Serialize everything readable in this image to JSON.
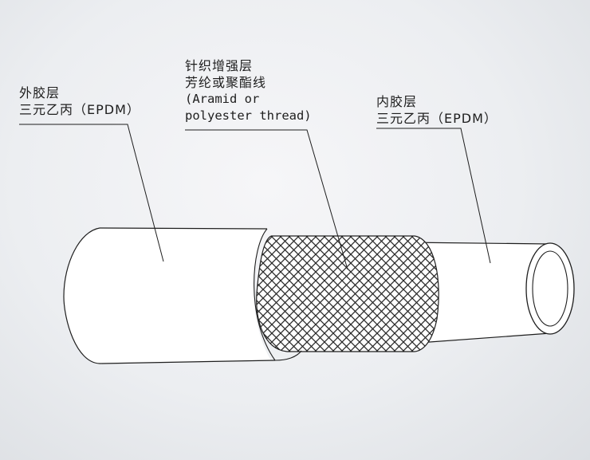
{
  "labels": {
    "outer": {
      "line1": "外胶层",
      "line2": "三元乙丙（EPDM）"
    },
    "reinforcement": {
      "line1": "针织增强层",
      "line2": "芳纶或聚酯线",
      "line3": "(Aramid or",
      "line4": "polyester thread)"
    },
    "inner": {
      "line1": "内胶层",
      "line2": "三元乙丙（EPDM）"
    }
  },
  "colors": {
    "paper": "#eceef1",
    "ink": "#1e1e1e",
    "mesh": "#2a2a2a"
  }
}
